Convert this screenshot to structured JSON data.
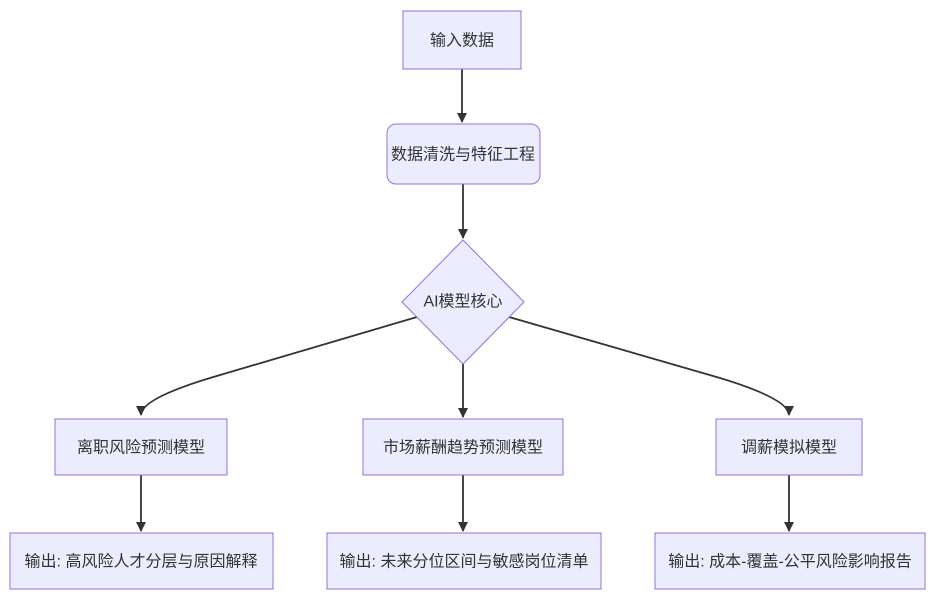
{
  "diagram": {
    "type": "flowchart-top-down",
    "colors": {
      "node_fill": "#ECECFF",
      "node_border": "#9370DB",
      "edge": "#333333",
      "text": "#333333",
      "background": "#ffffff"
    },
    "nodes": {
      "input": {
        "label": "输入数据",
        "shape": "rect"
      },
      "cleaning": {
        "label": "数据清洗与特征工程",
        "shape": "rounded-rect"
      },
      "core": {
        "label": "AI模型核心",
        "shape": "diamond"
      },
      "attrition_model": {
        "label": "离职风险预测模型",
        "shape": "rect"
      },
      "market_model": {
        "label": "市场薪酬趋势预测模型",
        "shape": "rect"
      },
      "adjust_model": {
        "label": "调薪模拟模型",
        "shape": "rect"
      },
      "attrition_output": {
        "label": "输出: 高风险人才分层与原因解释",
        "shape": "rect"
      },
      "market_output": {
        "label": "输出: 未来分位区间与敏感岗位清单",
        "shape": "rect"
      },
      "adjust_output": {
        "label": "输出: 成本-覆盖-公平风险影响报告",
        "shape": "rect"
      }
    },
    "edges": [
      {
        "from": "input",
        "to": "cleaning"
      },
      {
        "from": "cleaning",
        "to": "core"
      },
      {
        "from": "core",
        "to": "attrition_model"
      },
      {
        "from": "core",
        "to": "market_model"
      },
      {
        "from": "core",
        "to": "adjust_model"
      },
      {
        "from": "attrition_model",
        "to": "attrition_output"
      },
      {
        "from": "market_model",
        "to": "market_output"
      },
      {
        "from": "adjust_model",
        "to": "adjust_output"
      }
    ]
  }
}
